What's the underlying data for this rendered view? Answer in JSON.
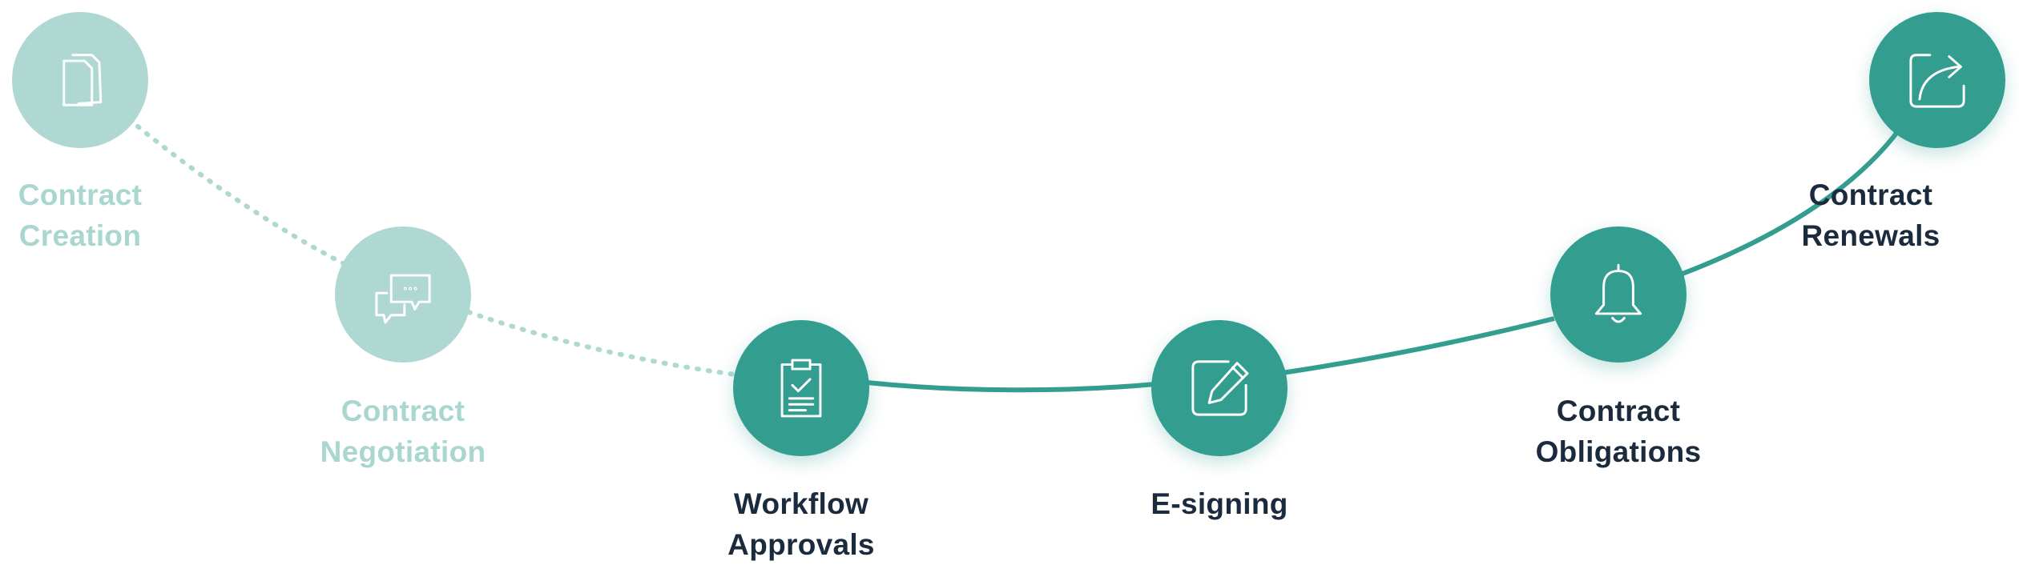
{
  "colors": {
    "active": "#339e90",
    "inactive": "#b0d8d3",
    "active_text": "#1b2b3d",
    "inactive_text": "#a9d6cf"
  },
  "steps": [
    {
      "id": "creation",
      "icon": "documents-icon",
      "state": "done",
      "label_line1": "Contract",
      "label_line2": "Creation"
    },
    {
      "id": "negotiation",
      "icon": "chat-bubbles-icon",
      "state": "done",
      "label_line1": "Contract",
      "label_line2": "Negotiation"
    },
    {
      "id": "approvals",
      "icon": "clipboard-check-icon",
      "state": "active",
      "label_line1": "Workflow",
      "label_line2": "Approvals"
    },
    {
      "id": "esigning",
      "icon": "pencil-edit-icon",
      "state": "active",
      "label_line1": "E-signing",
      "label_line2": ""
    },
    {
      "id": "obligations",
      "icon": "bell-icon",
      "state": "active",
      "label_line1": "Contract",
      "label_line2": "Obligations"
    },
    {
      "id": "renewals",
      "icon": "share-arrow-icon",
      "state": "active",
      "label_line1": "Contract",
      "label_line2": "Renewals"
    }
  ]
}
